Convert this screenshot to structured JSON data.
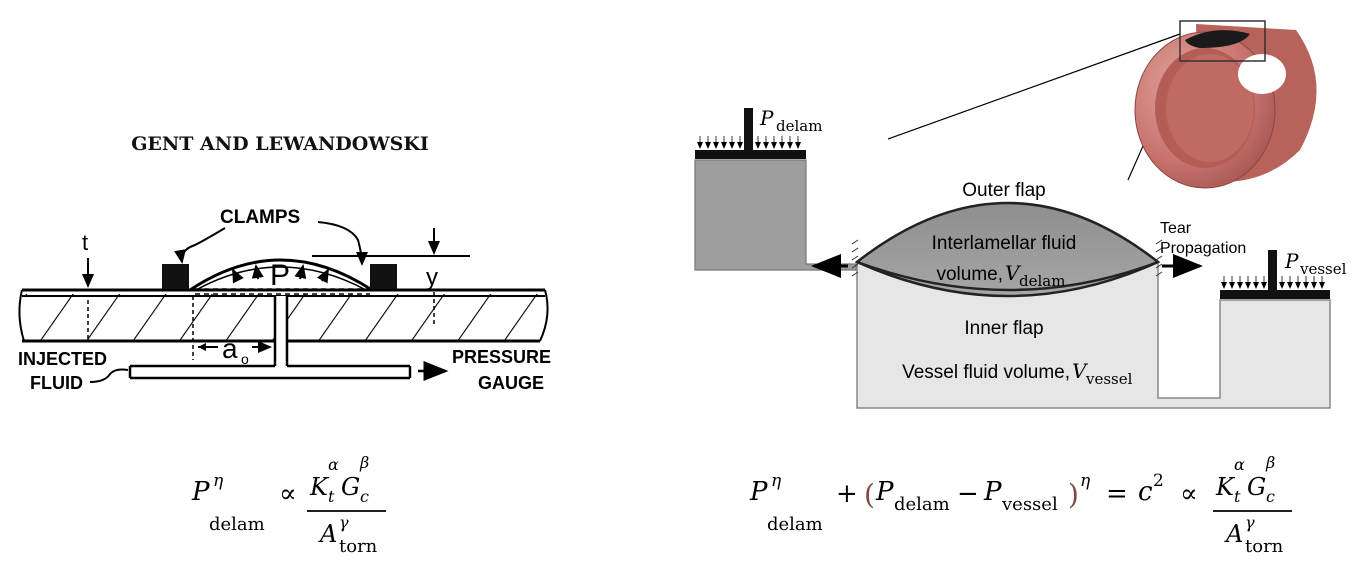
{
  "left_panel": {
    "heading": "GENT AND LEWANDOWSKI",
    "labels": {
      "clamps": "CLAMPS",
      "t": "t",
      "y": "y",
      "p": "P",
      "a0": "a",
      "a0_sub": "o",
      "injected_fluid_line1": "INJECTED",
      "injected_fluid_line2": "FLUID",
      "pressure_gauge_line1": "PRESSURE",
      "pressure_gauge_line2": "GAUGE"
    }
  },
  "right_panel": {
    "labels": {
      "p_delam": "P",
      "p_delam_sub": "delam",
      "p_vessel": "P",
      "p_vessel_sub": "vessel",
      "outer_flap": "Outer flap",
      "interlamellar_line1": "Interlamellar fluid",
      "interlamellar_line2": "volume,",
      "v_delam": "V",
      "v_delam_sub": "delam",
      "inner_flap": "Inner flap",
      "vessel_volume": "Vessel fluid volume,",
      "v_vessel": "V",
      "v_vessel_sub": "vessel",
      "tear_line1": "Tear",
      "tear_line2": "Propagation"
    },
    "colors": {
      "reservoir_fill": "#9e9e9e",
      "vessel_fill": "#e6e6e6",
      "lens_fill": "#9a9a9a",
      "tube_color": "#c97a75"
    }
  },
  "equations": {
    "left": {
      "p": "P",
      "eta": "η",
      "delam": "delam",
      "propto": "∝",
      "k": "K",
      "t": "t",
      "alpha": "α",
      "g": "G",
      "c": "c",
      "beta": "β",
      "a": "A",
      "gamma": "γ",
      "torn": "torn"
    },
    "right": {
      "p": "P",
      "eta": "η",
      "delam": "delam",
      "plus": "+",
      "open": "(",
      "p2": "P",
      "delam2": "delam",
      "minus": "−",
      "p3": "P",
      "vessel": "vessel",
      "close": ")",
      "eta2": "η",
      "equals": "=",
      "csq": "c",
      "two": "2",
      "propto": "∝",
      "k": "K",
      "t": "t",
      "alpha": "α",
      "g": "G",
      "c": "c",
      "beta": "β",
      "a": "A",
      "gamma": "γ",
      "torn": "torn"
    }
  }
}
